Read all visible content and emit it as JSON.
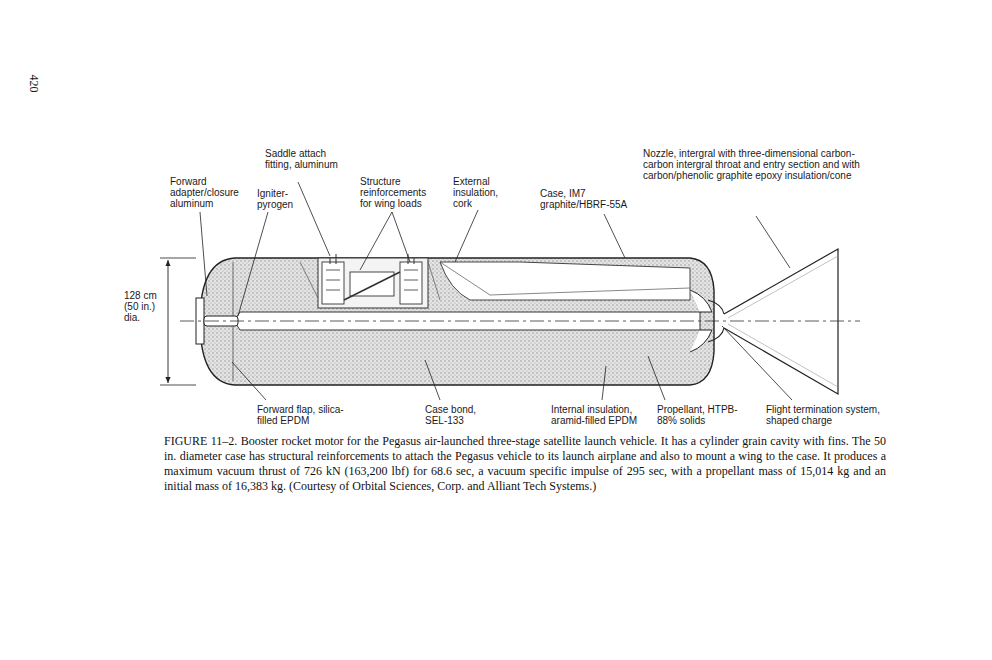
{
  "diagram": {
    "caption": "FIGURE 11–2. Booster rocket motor for the Pegasus air-launched three-stage satellite launch vehicle. It has a cylinder grain cavity with fins. The 50 in. diameter case has structural reinforcements to attach the Pegasus vehicle to its launch airplane and also to mount a wing to the case. It produces a maximum vacuum thrust of 726 kN (163,200 lbf) for 68.6 sec, a vacuum specific impulse of 295 sec, with a propellant mass of 15,014 kg and an initial mass of 16,383 kg. (Courtesy of Orbital Sciences, Corp. and Alliant Tech Systems.)",
    "labels": [
      "420",
      "Saddle attach fitting, aluminum",
      "Forward adapter/closure aluminum",
      "Igniter-pyrogen",
      "Structure reinforcements for wing loads",
      "External insulation, cork",
      "Case, IM7 graphite/HBRF-55A",
      "Nozzle, intergral with three-dimensional carbon-carbon intergral throat and entry section and with carbon/phenolic graphite epoxy insulation/cone",
      "128 cm (50 in.) dia.",
      "Forward flap, silica-filled EPDM",
      "Case bond, SEL-133",
      "Internal insulation, aramid-filled EPDM",
      "Propellant, HTPB-88% solids",
      "Flight termination system, shaped charge"
    ]
  }
}
